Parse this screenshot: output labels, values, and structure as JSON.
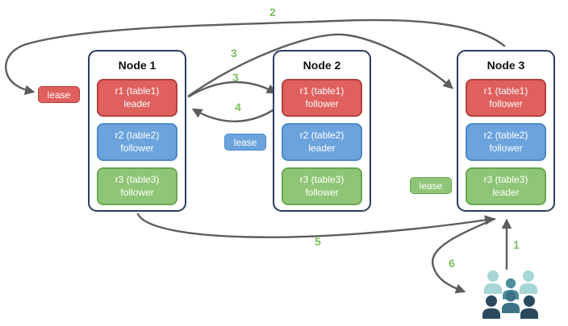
{
  "diagram": {
    "nodes": [
      {
        "title": "Node 1",
        "replicas": [
          {
            "name": "r1 (table1)",
            "role": "leader"
          },
          {
            "name": "r2 (table2)",
            "role": "follower"
          },
          {
            "name": "r3 (table3)",
            "role": "follower"
          }
        ]
      },
      {
        "title": "Node 2",
        "replicas": [
          {
            "name": "r1 (table1)",
            "role": "follower"
          },
          {
            "name": "r2 (table2)",
            "role": "leader"
          },
          {
            "name": "r3 (table3)",
            "role": "follower"
          }
        ]
      },
      {
        "title": "Node 3",
        "replicas": [
          {
            "name": "r1 (table1)",
            "role": "follower"
          },
          {
            "name": "r2 (table2)",
            "role": "follower"
          },
          {
            "name": "r3 (table3)",
            "role": "leader"
          }
        ]
      }
    ],
    "leases": [
      {
        "label": "lease",
        "color": "#e0605e"
      },
      {
        "label": "lease",
        "color": "#6ba4dd"
      },
      {
        "label": "lease",
        "color": "#8fc576"
      }
    ],
    "arrow_labels": {
      "a1": "1",
      "a2": "2",
      "a3_to_node3": "3",
      "a3_to_node2": "3",
      "a4": "4",
      "a5": "5",
      "a6": "6"
    },
    "colors": {
      "replica_red": "#e0605e",
      "replica_red_border": "#b2403d",
      "replica_blue": "#6ba4dd",
      "replica_blue_border": "#4c88c9",
      "replica_green": "#8fc576",
      "replica_green_border": "#69a84f",
      "node_border": "#2a3f5f",
      "arrow": "#5d5d5d",
      "arrow_label": "#7cbf5e",
      "people_light": "#a6d6d5",
      "people_medium": "#4f8e9d",
      "people_medium_dark": "#3c7186",
      "people_dark": "#29495e"
    }
  }
}
